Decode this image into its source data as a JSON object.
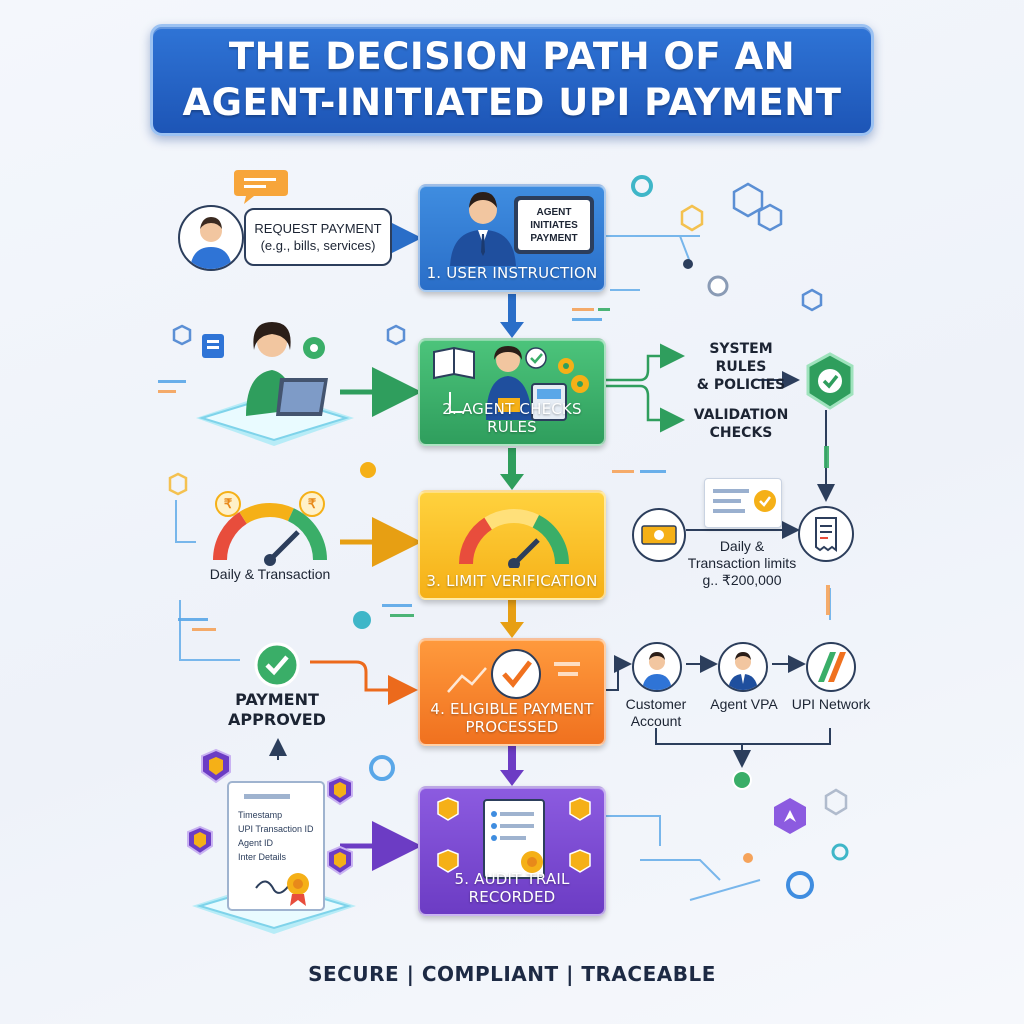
{
  "title": {
    "line1": "THE DECISION PATH OF AN",
    "line2": "AGENT-INITIATED UPI PAYMENT"
  },
  "steps": [
    {
      "label": "1. USER INSTRUCTION",
      "color": "#2f74d6"
    },
    {
      "label": "2. AGENT CHECKS RULES",
      "color": "#3aae68"
    },
    {
      "label": "3. LIMIT VERIFICATION",
      "color": "#f5b017"
    },
    {
      "label_line1": "4. ELIGIBLE PAYMENT",
      "label_line2": "PROCESSED",
      "color": "#f0711f"
    },
    {
      "label": "5. AUDIT TRAIL RECORDED",
      "color": "#6c3cc4"
    }
  ],
  "user_request": {
    "line1": "REQUEST PAYMENT",
    "line2": "(e.g., bills, services)"
  },
  "agent_sign": {
    "line1": "AGENT",
    "line2": "INITIATES",
    "line3": "PAYMENT"
  },
  "rules": {
    "system_line1": "SYSTEM RULES",
    "system_line2": "& POLICIES",
    "validation_line1": "VALIDATION",
    "validation_line2": "CHECKS"
  },
  "limits": {
    "left_label": "Daily & Transaction",
    "right_line1": "Daily &",
    "right_line2": "Transaction limits",
    "right_line3": "g.. ₹200,000",
    "currency_symbol": "₹"
  },
  "approval": {
    "line1": "PAYMENT",
    "line2": "APPROVED"
  },
  "flow": {
    "customer_line1": "Customer",
    "customer_line2": "Account",
    "agent_vpa": "Agent VPA",
    "upi_network": "UPI Network"
  },
  "audit_doc": {
    "items": [
      "Timestamp",
      "UPI Transaction ID",
      "Agent ID",
      "Inter Details"
    ]
  },
  "footer": "SECURE | COMPLIANT | TRACEABLE",
  "colors": {
    "blue": "#2f74d6",
    "green": "#3aae68",
    "yellow": "#f5b017",
    "orange": "#f0711f",
    "purple": "#6c3cc4",
    "navy": "#1c2433"
  }
}
